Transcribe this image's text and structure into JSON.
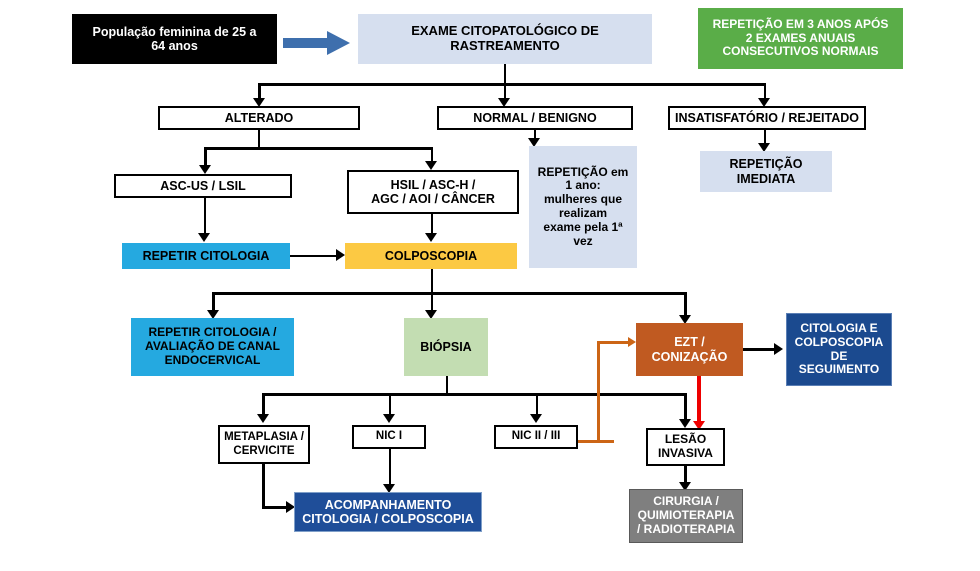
{
  "diagram": {
    "title": "Fluxograma de rastreamento do cancer do colo do utero",
    "colors": {
      "black": "#000000",
      "light_blue": "#d6dfef",
      "green": "#5aad48",
      "cyan": "#25a9e0",
      "amber": "#fcc943",
      "sage": "#c3ddb2",
      "orange": "#c05a21",
      "navy": "#1b4a8f",
      "dark_blue": "#1f4e99",
      "gray": "#7f7f7f",
      "arrow_black": "#000000",
      "arrow_red": "#ee0000",
      "arrow_orange": "#cc6515",
      "block_arrow_blue": "#3e6fad"
    },
    "nodes": {
      "populacao": "População  feminina de 25 a\n64 anos",
      "exame": "EXAME CITOPATOLÓGICO  DE\nRASTREAMENTO",
      "repeticao_3anos": "REPETIÇÃO  EM 3 ANOS APÓS\n2 EXAMES  ANUAIS\nCONSECUTIVOS  NORMAIS",
      "alterado": "ALTERADO",
      "normal_benigno": "NORMAL / BENIGNO",
      "insatisfatorio": "INSATISFATÓRIO  / REJEITADO",
      "asc_us_lsil": "ASC-US / LSIL",
      "hsil": "HSIL / ASC-H /\nAGC / AOI / CÂNCER",
      "repeticao_1ano": "REPETIÇÃO  em\n1 ano:\nmulheres que\nrealizam\nexame  pela 1ª\nvez",
      "repeticao_imediata": "REPETIÇÃO\nIMEDIATA",
      "repetir_citologia": "REPETIR  CITOLOGIA",
      "colposcopia": "COLPOSCOPIA",
      "repetir_avaliacao": "REPETIR  CITOLOGIA /\nAVALIAÇÃO DE CANAL\nENDOCERVICAL",
      "biopsia": "BIÓPSIA",
      "ezt_conizacao": "EZT /\nCONIZAÇÃO",
      "citologia_seguimento": "CITOLOGIA  E\nCOLPOSCOPIA\nDE\nSEGUIMENTO",
      "metaplasia": "METAPLASIA /\nCERVICITE",
      "nic_i": "NIC I",
      "nic_ii_iii": "NIC II / III",
      "lesao_invasiva": "LESÃO\nINVASIVA",
      "acompanhamento": "ACOMPANHAMENTO\nCITOLOGIA  / COLPOSCOPIA",
      "cirurgia": "CIRURGIA  /\nQUIMIOTERAPIA\n/ RADIOTERAPIA"
    }
  }
}
